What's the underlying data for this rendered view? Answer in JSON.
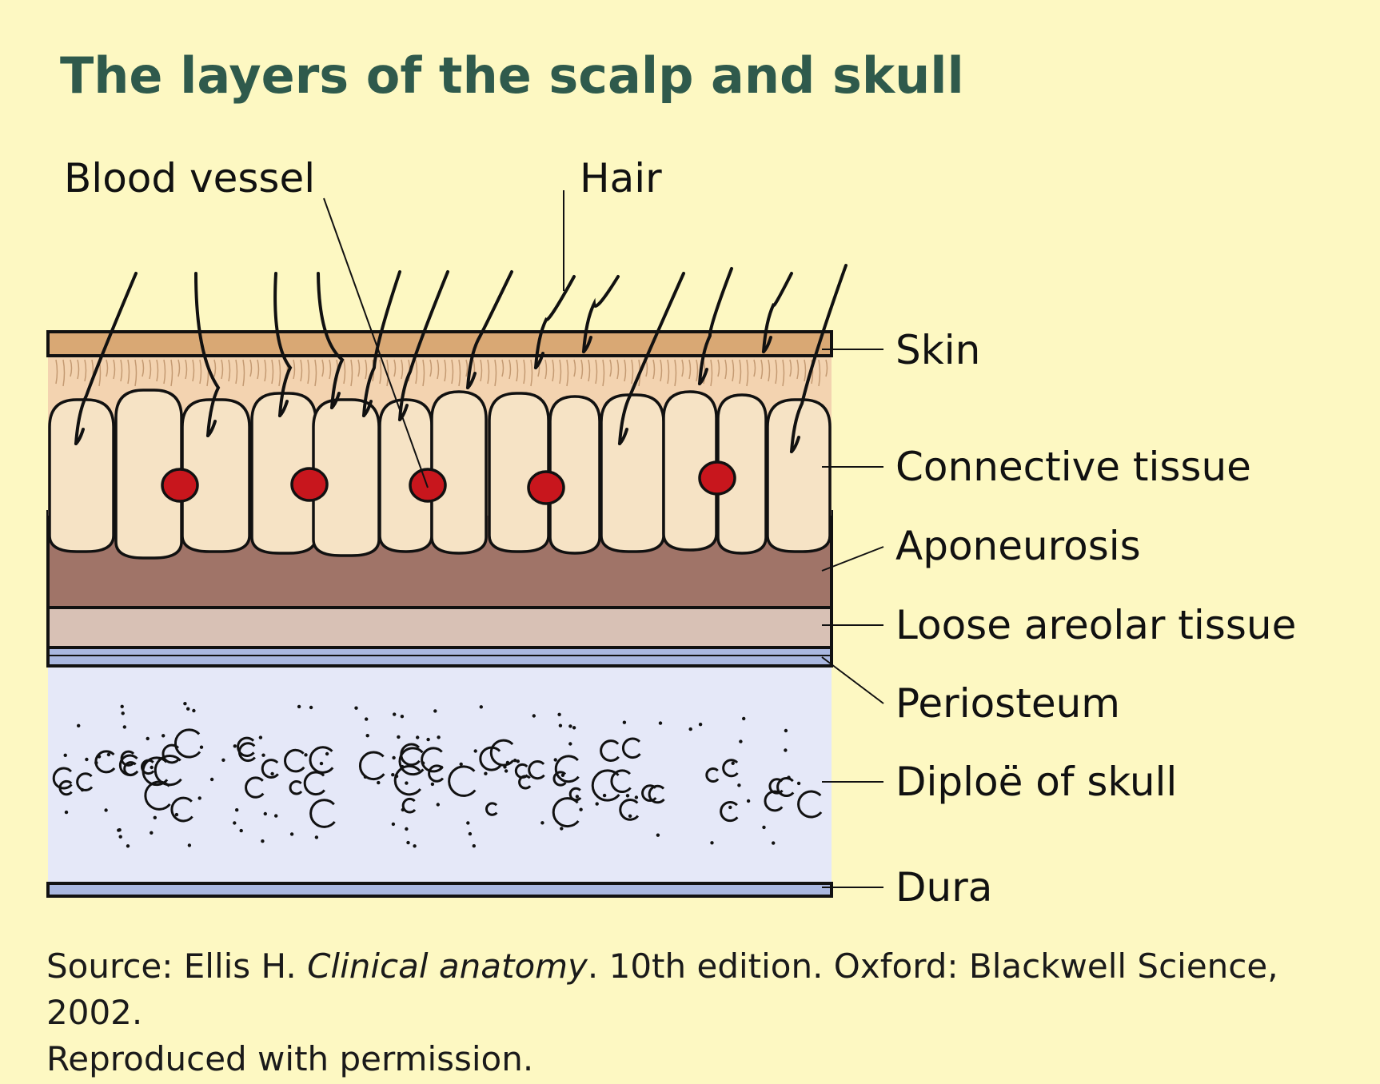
{
  "title": "The layers of the scalp and skull",
  "labels": {
    "blood_vessel": "Blood vessel",
    "hair": "Hair",
    "skin": "Skin",
    "connective_tissue": "Connective tissue",
    "aponeurosis": "Aponeurosis",
    "loose_areolar_tissue": "Loose areolar tissue",
    "periosteum": "Periosteum",
    "diploe": "Diploë of skull",
    "dura": "Dura"
  },
  "caption": {
    "prefix": "Source: Ellis H. ",
    "book": "Clinical anatomy",
    "suffix": ". 10th edition. Oxford: Blackwell Science, 2002.",
    "line2": "Reproduced with permission."
  },
  "colors": {
    "background": "#fdf8c2",
    "title": "#2f5a4c",
    "skin": "#d9a874",
    "dermis": "#f3d3b0",
    "connective_lobules": "#f6e3c5",
    "aponeurosis": "#a07468",
    "loose_areolar": "#d8c1b5",
    "periosteum": "#a9b7e0",
    "skull": "#e5e8f8",
    "blood_vessel": "#c8161d"
  }
}
